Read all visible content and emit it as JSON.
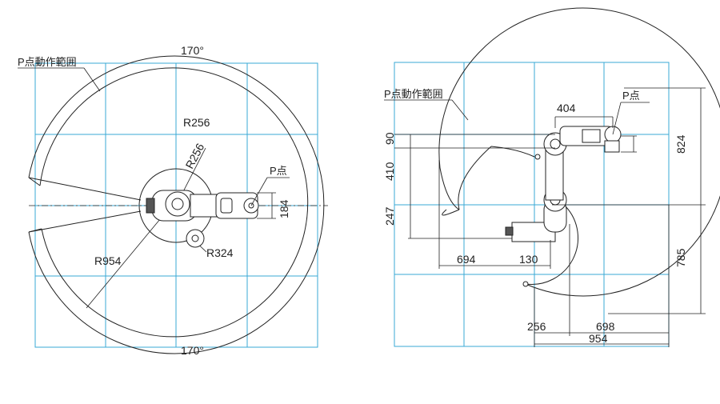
{
  "top_view": {
    "angle_top": "170°",
    "angle_bottom": "170°",
    "range_label": "P点動作範囲",
    "r_inner": "R256",
    "r_small": "R256",
    "r_outer": "R954",
    "r_joint": "R324",
    "p_label": "P点",
    "dim_184": "184"
  },
  "side_view": {
    "range_label": "P点動作範囲",
    "p_label": "P点",
    "dim_404": "404",
    "dim_90": "90",
    "dim_410": "410",
    "dim_247": "247",
    "dim_824": "824",
    "dim_785": "785",
    "dim_694": "694",
    "dim_130": "130",
    "dim_256": "256",
    "dim_698": "698",
    "dim_954": "954"
  },
  "colors": {
    "grid": "#3aa9d6",
    "ink": "#222222"
  }
}
